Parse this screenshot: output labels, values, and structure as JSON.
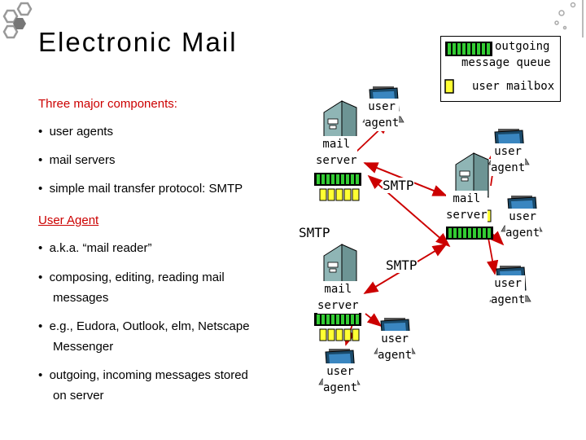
{
  "title": "Electronic Mail",
  "intro": "Three major components:",
  "components": [
    "user agents",
    "mail servers",
    "simple mail transfer protocol: SMTP"
  ],
  "section_heading": "User Agent",
  "bullets": [
    {
      "line1": "a.k.a. “mail reader”",
      "line2": ""
    },
    {
      "line1": "composing, editing, reading mail",
      "line2": "messages"
    },
    {
      "line1": "e.g., Eudora, Outlook, elm, Netscape",
      "line2": "Messenger"
    },
    {
      "line1": "outgoing, incoming messages stored",
      "line2": "on server"
    }
  ],
  "legend": {
    "queue_label_1": "outgoing",
    "queue_label_2": "message queue",
    "mailbox_label": "user mailbox"
  },
  "diagram": {
    "user_agent_l1": "user",
    "user_agent_l2": "agent",
    "mail_server_l1": "mail",
    "mail_server_l2": "server",
    "smtp": "SMTP"
  },
  "colors": {
    "queue_green": "#33cc33",
    "mailbox_yellow": "#ffff33",
    "heading_red": "#cc0000",
    "link_blue": "#2233aa",
    "arrow_red": "#cc0000",
    "computer_teal": "#8fb5b5"
  }
}
